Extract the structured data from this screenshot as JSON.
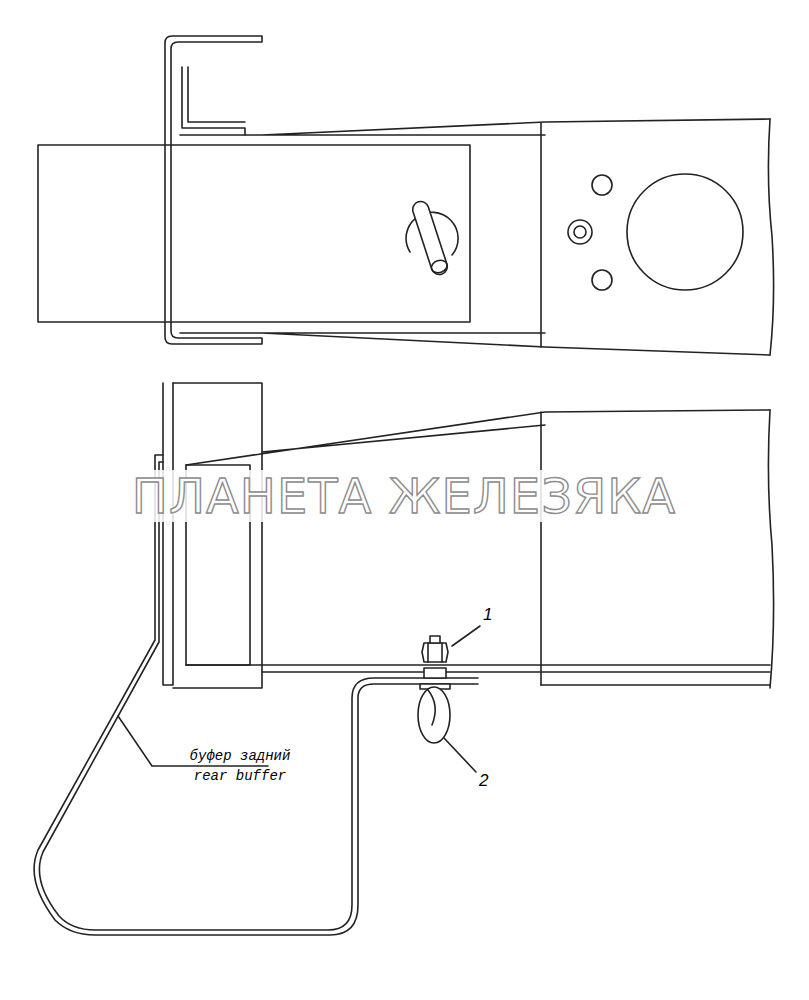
{
  "diagram": {
    "labels": [
      "ПЛАНЕТА ЖЕЛЕЗЯКА",
      "1",
      "2",
      "буфер задний",
      "rear buffer"
    ]
  }
}
